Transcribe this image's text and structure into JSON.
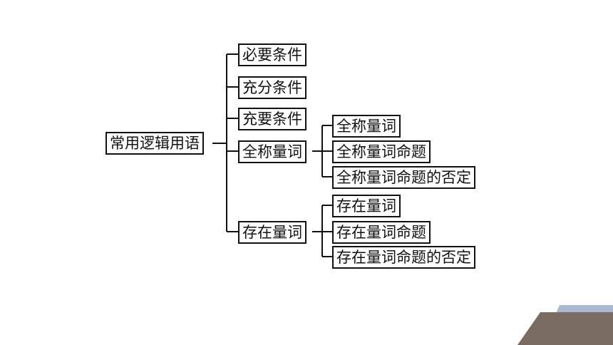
{
  "root": {
    "label": "常用逻辑用语"
  },
  "level1": [
    {
      "label": "必要条件"
    },
    {
      "label": "充分条件"
    },
    {
      "label": "充要条件"
    },
    {
      "label": "全称量词"
    },
    {
      "label": "存在量词"
    }
  ],
  "quantifier_all_children": [
    {
      "label": "全称量词"
    },
    {
      "label": "全称量词命题"
    },
    {
      "label": "全称量词命题的否定"
    }
  ],
  "quantifier_exist_children": [
    {
      "label": "存在量词"
    },
    {
      "label": "存在量词命题"
    },
    {
      "label": "存在量词命题的否定"
    }
  ],
  "colors": {
    "line": "#111111",
    "corner_dark": "#7a6b60",
    "corner_light": "#a9b7d2"
  }
}
